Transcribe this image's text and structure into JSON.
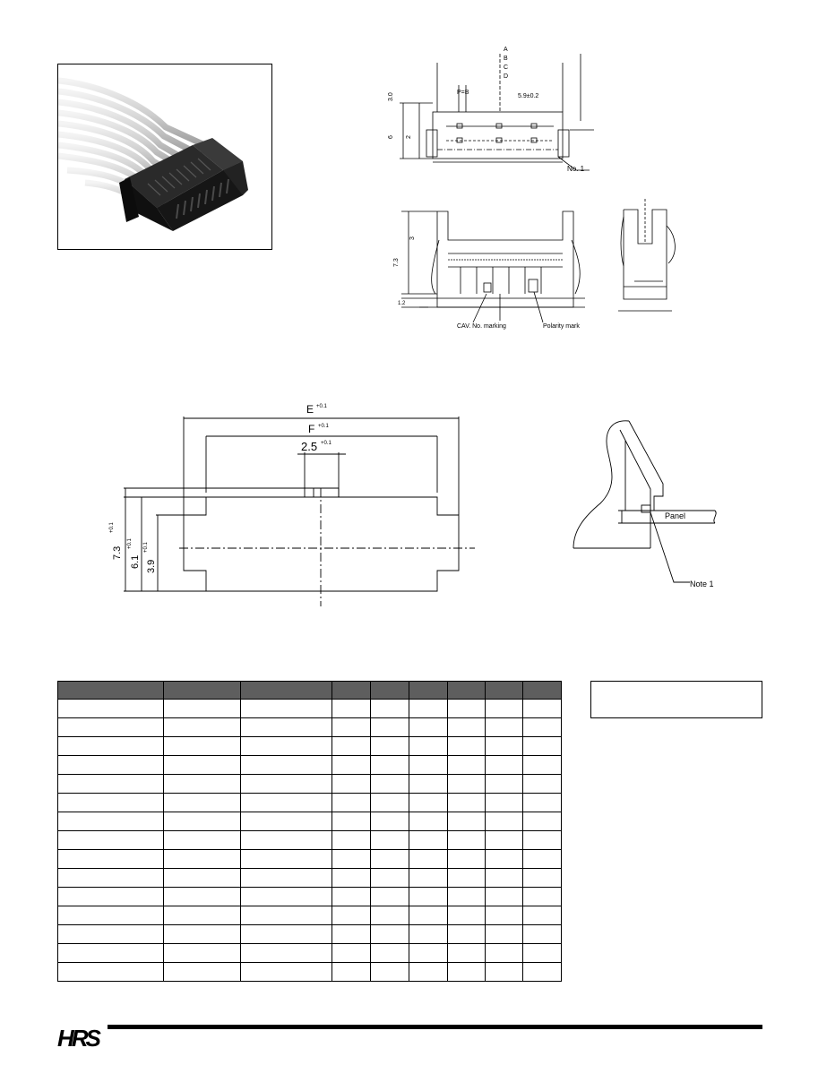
{
  "drawing_top": {
    "letters": [
      "A",
      "B",
      "C",
      "D"
    ],
    "pitch_label": "P=B",
    "small_label": "5.9±0.2",
    "note": "No. 1",
    "left_dims": [
      "3.0",
      "6",
      "2"
    ]
  },
  "drawing_front": {
    "left_dim": "7.3",
    "small_dim": "3",
    "bottom_dim": "1.2",
    "cav_label": "CAV. No. marking",
    "polarity_label": "Polarity mark"
  },
  "panel_cutout": {
    "e_main": "E",
    "e_tol": "+0.1\n0",
    "f_main": "F",
    "f_tol": "+0.1\n0",
    "w_main": "2.5",
    "w_tol": "+0.1\n0",
    "h1_main": "7.3",
    "h1_tol": "+0.1\n0",
    "h2_main": "6.1",
    "h2_tol": "+0.1\n0",
    "h3_main": "3.9",
    "h3_tol": "+0.1\n0"
  },
  "panel_side": {
    "panel_label": "Panel",
    "note_label": "Note 1"
  },
  "table": {
    "columns": 9,
    "rows": 15
  },
  "footer": {
    "logo": "HRS"
  },
  "colors": {
    "table_header": "#5e5e5e",
    "ribbon": "#d8d8d8",
    "connector": "#1c1c1c"
  }
}
